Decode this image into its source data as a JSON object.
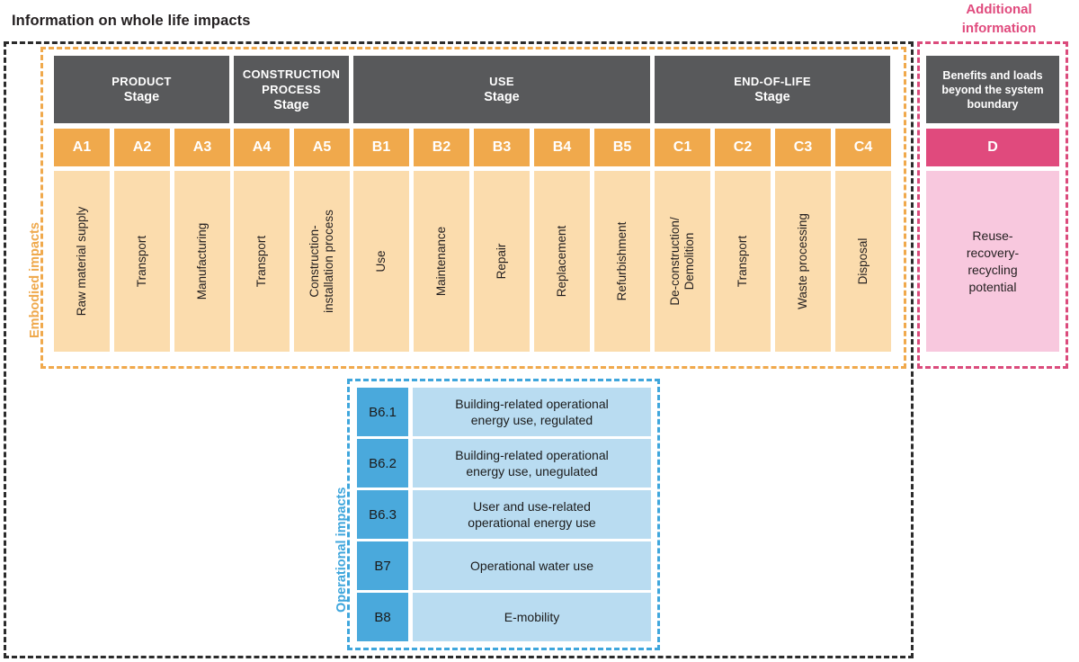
{
  "titles": {
    "main": "Information on whole life impacts",
    "additional": "Additional\ninformation"
  },
  "side_labels": {
    "embodied": "Embodied impacts",
    "operational": "Operational impacts"
  },
  "stages": [
    {
      "id": "product",
      "upper": "PRODUCT",
      "lower": "Stage"
    },
    {
      "id": "construction",
      "upper": "CONSTRUCTION\nPROCESS",
      "lower": "Stage"
    },
    {
      "id": "use",
      "upper": "USE",
      "lower": "Stage"
    },
    {
      "id": "end-of-life",
      "upper": "END-OF-LIFE",
      "lower": "Stage"
    }
  ],
  "modules": [
    {
      "code": "A1",
      "label": "Raw material supply"
    },
    {
      "code": "A2",
      "label": "Transport"
    },
    {
      "code": "A3",
      "label": "Manufacturing"
    },
    {
      "code": "A4",
      "label": "Transport"
    },
    {
      "code": "A5",
      "label": "Construction-\ninstallation process"
    },
    {
      "code": "B1",
      "label": "Use"
    },
    {
      "code": "B2",
      "label": "Maintenance"
    },
    {
      "code": "B3",
      "label": "Repair"
    },
    {
      "code": "B4",
      "label": "Replacement"
    },
    {
      "code": "B5",
      "label": "Refurbishment"
    },
    {
      "code": "C1",
      "label": "De-construction/\nDemolition"
    },
    {
      "code": "C2",
      "label": "Transport"
    },
    {
      "code": "C3",
      "label": "Waste processing"
    },
    {
      "code": "C4",
      "label": "Disposal"
    }
  ],
  "additional_information": {
    "header": "Benefits and loads beyond the system boundary",
    "code": "D",
    "label": "Reuse-\nrecovery-\nrecycling\npotential"
  },
  "operational_impacts": [
    {
      "code": "B6.1",
      "label": "Building-related operational\nenergy use, regulated"
    },
    {
      "code": "B6.2",
      "label": "Building-related operational\nenergy use, unegulated"
    },
    {
      "code": "B6.3",
      "label": "User and use-related\noperational energy use"
    },
    {
      "code": "B7",
      "label": "Operational water use"
    },
    {
      "code": "B8",
      "label": "E-mobility"
    }
  ],
  "colors": {
    "module_code": "#f0a94c",
    "module_cell": "#fbdcad",
    "stage_header": "#58595b",
    "additional_code": "#e04a7d",
    "additional_cell": "#f8c8de",
    "operational_code": "#4aa9dc",
    "operational_cell": "#b9dcf1",
    "outer_border": "#2b2b2b",
    "embodied_border": "#f0a94c",
    "additional_border": "#db4b7c",
    "operational_border": "#3fa6dc",
    "title_text": "#231f20"
  }
}
